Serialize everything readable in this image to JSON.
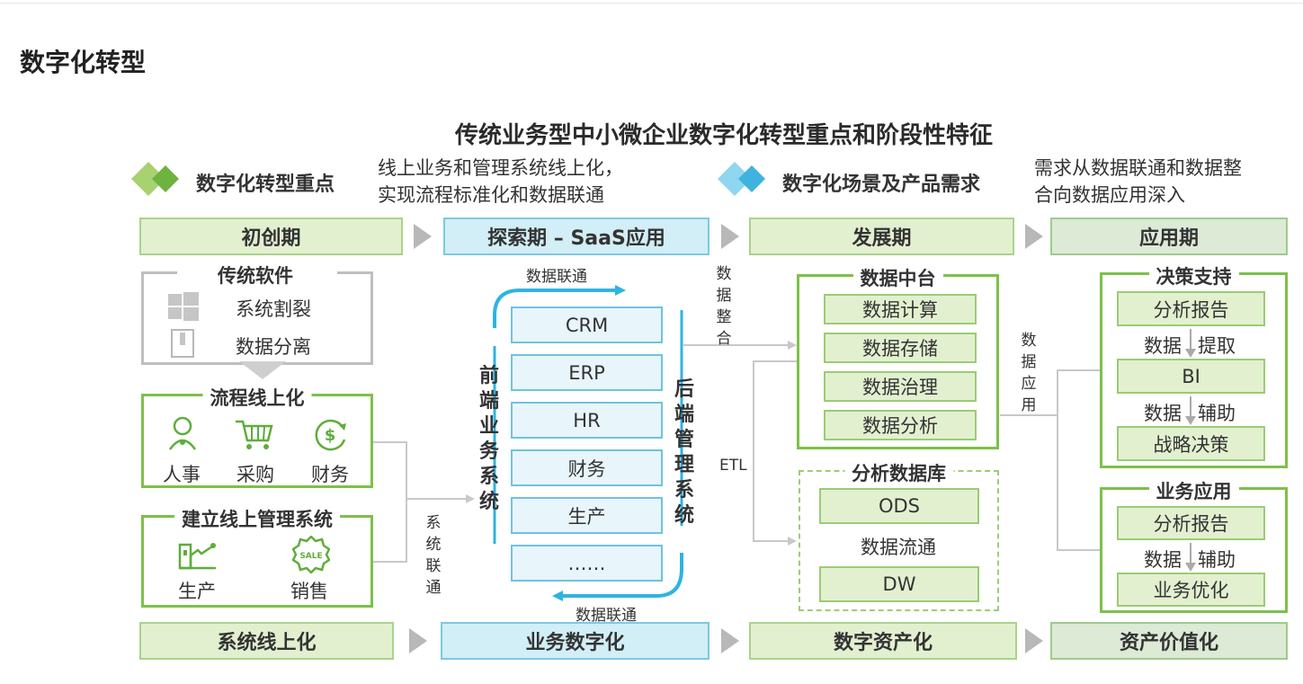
{
  "page_title": "数字化转型",
  "diagram_title": "传统业务型中小微企业数字化转型重点和阶段性特征",
  "header": {
    "left_label": "数字化转型重点",
    "left_note": [
      "线上业务和管理系统线上化，",
      "实现流程标准化和数据联通"
    ],
    "right_label": "数字化场景及产品需求",
    "right_note": [
      "需求从数据联通和数据整",
      "合向数据应用深入"
    ]
  },
  "stages_top": [
    "初创期",
    "探索期 – SaaS应用",
    "发展期",
    "应用期"
  ],
  "stages_bottom": [
    "系统线上化",
    "业务数字化",
    "数字资产化",
    "资产价值化"
  ],
  "traditional_software": {
    "title": "传统软件",
    "items": [
      {
        "icon": "windows-icon",
        "label": "系统割裂"
      },
      {
        "icon": "document-icon",
        "label": "数据分离"
      }
    ]
  },
  "process_online": {
    "title": "流程线上化",
    "items": [
      {
        "icon": "person-icon",
        "label": "人事"
      },
      {
        "icon": "cart-icon",
        "label": "采购"
      },
      {
        "icon": "money-icon",
        "label": "财务"
      }
    ]
  },
  "online_mgmt": {
    "title": "建立线上管理系统",
    "items": [
      {
        "icon": "factory-icon",
        "label": "生产"
      },
      {
        "icon": "sale-badge-icon",
        "label": "销售"
      }
    ]
  },
  "system_link_label": "系统联通",
  "saas": {
    "data_link_top": "数据联通",
    "data_link_bottom": "数据联通",
    "front_label": "前端业务系统",
    "back_label": "后端管理系统",
    "modules": [
      "CRM",
      "ERP",
      "HR",
      "财务",
      "生产",
      "……"
    ]
  },
  "data_integration_label": "数据整合",
  "etl_label": "ETL",
  "data_middle": {
    "title": "数据中台",
    "items": [
      "数据计算",
      "数据存储",
      "数据治理",
      "数据分析"
    ]
  },
  "analysis_db": {
    "title": "分析数据库",
    "ods": "ODS",
    "flow": "数据流通",
    "dw": "DW"
  },
  "data_application_label": "数据应用",
  "decision": {
    "title": "决策支持",
    "report": "分析报告",
    "link1_left": "数据",
    "link1_right": "提取",
    "bi": "BI",
    "link2_left": "数据",
    "link2_right": "辅助",
    "strategy": "战略决策"
  },
  "business_app": {
    "title": "业务应用",
    "report": "分析报告",
    "link_left": "数据",
    "link_right": "辅助",
    "optimize": "业务优化"
  },
  "colors": {
    "green_border": "#7ec04a",
    "green_fill": "#e2f0d0",
    "blue_border": "#6fc2e0",
    "blue_fill": "#d2eef6",
    "arrow_gray": "#b8b8b8"
  }
}
